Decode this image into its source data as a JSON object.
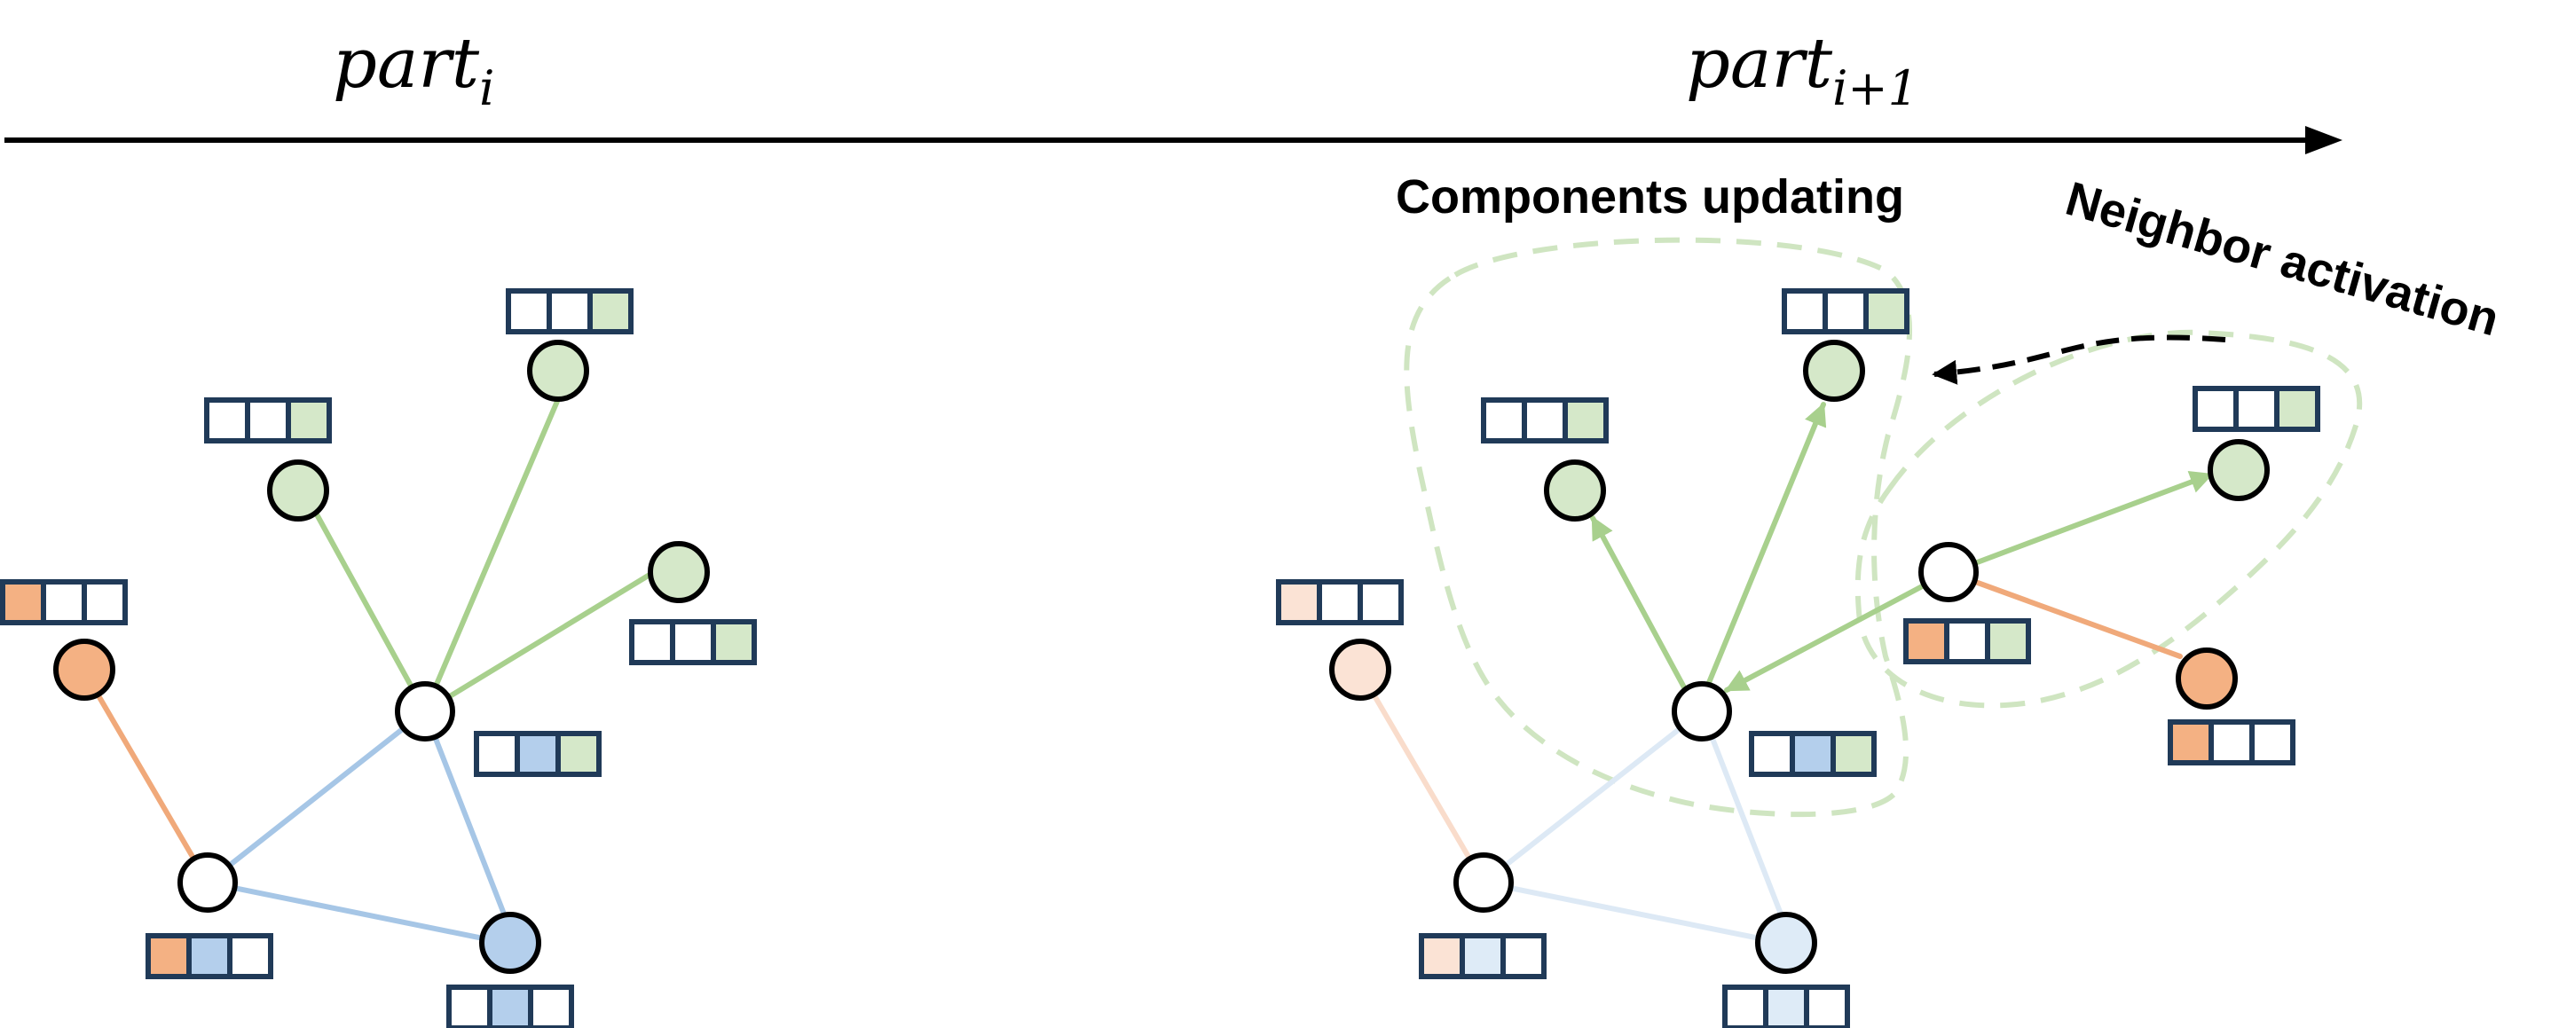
{
  "colors": {
    "green_fill": "#d5e8c9",
    "green_edge": "#a8d08d",
    "green_halo": "#cfe5c1",
    "orange_fill": "#f4b183",
    "orange_edge": "#f0a97a",
    "orange_fill_faded": "#fbe3d5",
    "orange_edge_faded": "#f9dccb",
    "blue_fill": "#b4cfec",
    "blue_edge": "#a6c6e6",
    "blue_fill_faded": "#deebf7",
    "blue_edge_faded": "#dde9f5",
    "node_stroke": "#000000",
    "box_stroke": "#203a58",
    "arrow": "#000000"
  },
  "timeline": {
    "left_base": "part",
    "left_sub": "i",
    "right_base": "part",
    "right_sub": "i+1"
  },
  "annotations": {
    "components": "Components updating",
    "neighbor": "Neighbor activation"
  }
}
